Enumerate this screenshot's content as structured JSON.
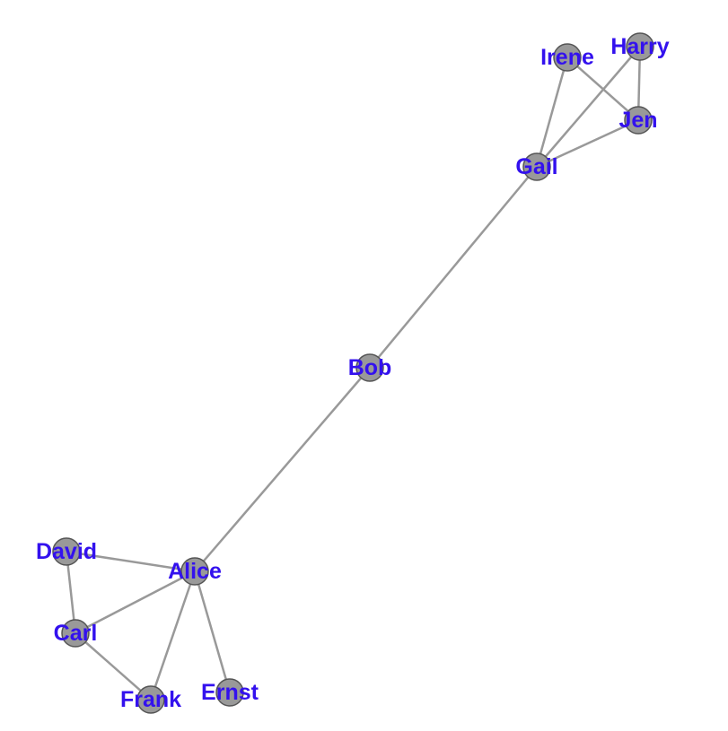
{
  "graph": {
    "colors": {
      "background": "#ffffff",
      "edge": "#999999",
      "node_fill": "#999999",
      "node_stroke": "#555555",
      "label": "#3311ee"
    },
    "nodes": [
      {
        "id": "Alice",
        "label": "Alice"
      },
      {
        "id": "Bob",
        "label": "Bob"
      },
      {
        "id": "Carl",
        "label": "Carl"
      },
      {
        "id": "David",
        "label": "David"
      },
      {
        "id": "Ernst",
        "label": "Ernst"
      },
      {
        "id": "Frank",
        "label": "Frank"
      },
      {
        "id": "Gail",
        "label": "Gail"
      },
      {
        "id": "Harry",
        "label": "Harry"
      },
      {
        "id": "Irene",
        "label": "Irene"
      },
      {
        "id": "Jen",
        "label": "Jen"
      }
    ],
    "edges": [
      [
        "Alice",
        "Bob"
      ],
      [
        "Alice",
        "David"
      ],
      [
        "Alice",
        "Carl"
      ],
      [
        "Alice",
        "Frank"
      ],
      [
        "Alice",
        "Ernst"
      ],
      [
        "David",
        "Carl"
      ],
      [
        "Carl",
        "Frank"
      ],
      [
        "Bob",
        "Gail"
      ],
      [
        "Gail",
        "Irene"
      ],
      [
        "Gail",
        "Harry"
      ],
      [
        "Gail",
        "Jen"
      ],
      [
        "Irene",
        "Jen"
      ],
      [
        "Harry",
        "Jen"
      ]
    ]
  }
}
